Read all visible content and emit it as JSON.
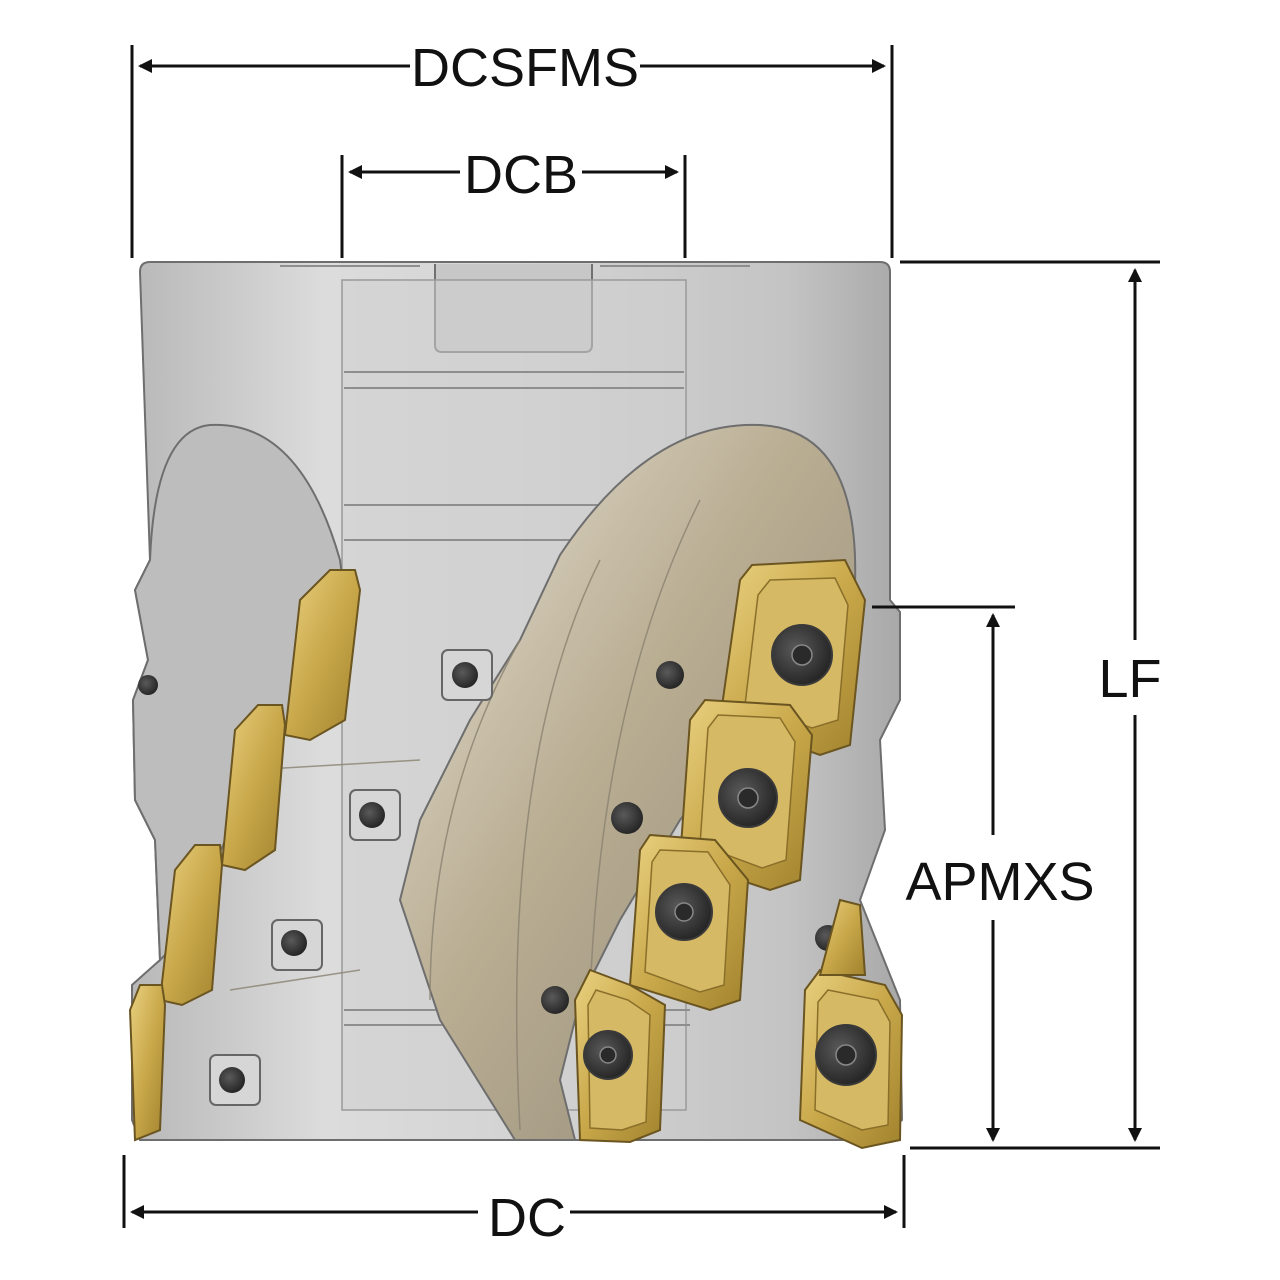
{
  "diagram": {
    "subject": "indexable helical milling cutter (shell mill) with carbide inserts",
    "colors": {
      "body_light": "#d4d4d4",
      "body_mid": "#b9b9b9",
      "body_dark": "#8d8d8d",
      "insert_gold": "#c9a84a",
      "insert_gold_light": "#e4cc7a",
      "insert_dark": "#7a6420",
      "dimension_line": "#111111"
    },
    "dimensions": {
      "dcsfms": "DCSFMS",
      "dcb": "DCB",
      "lf": "LF",
      "apmxs": "APMXS",
      "dc": "DC"
    }
  }
}
